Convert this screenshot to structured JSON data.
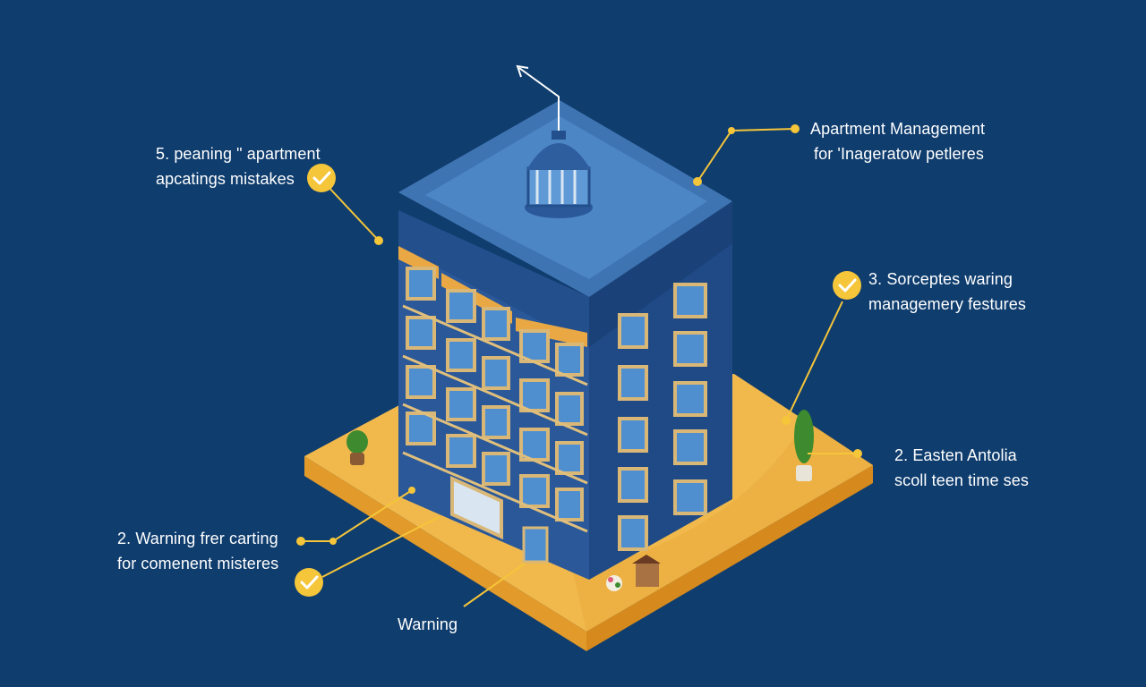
{
  "annotations": {
    "top_left": {
      "line1": "5. peaning \" apartment",
      "line2": "apcatings mistakes"
    },
    "top_right": {
      "line1": "Apartment Management",
      "line2": "for 'Inageratow petleres"
    },
    "mid_right": {
      "line1": "3. Sorceptes waring",
      "line2": "managemery festures"
    },
    "bottom_right": {
      "line1": "2. Easten Antolia",
      "line2": "scoll teen time ses"
    },
    "bottom_left": {
      "line1": "2. Warning frer carting",
      "line2": "for comenent misteres"
    },
    "bottom": {
      "text": "Warning"
    }
  },
  "colors": {
    "background": "#0f3d6e",
    "accent": "#f5c53a",
    "building_front": "#2a5899",
    "building_side": "#1f4a86",
    "roof": "#3f74b3",
    "window_frame": "#d9b777",
    "platform_top": "#f1b94c",
    "platform_side": "#e29a2a"
  }
}
